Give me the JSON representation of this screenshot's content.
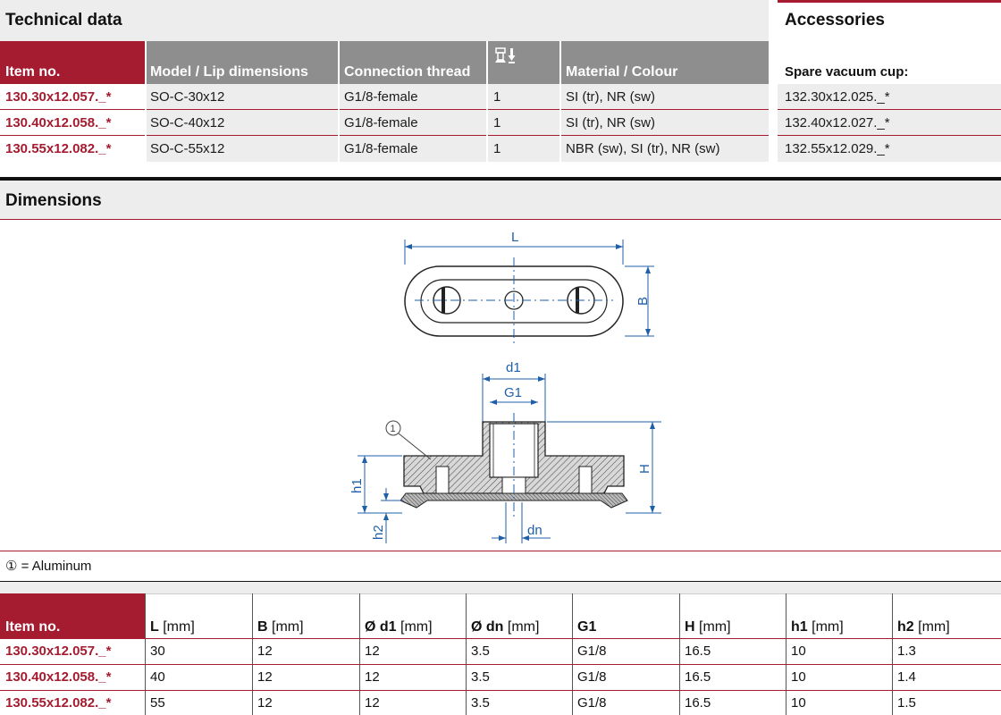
{
  "technical_data": {
    "title": "Technical data",
    "headers": {
      "item_no": "Item no.",
      "model": "Model / Lip dimensions",
      "thread": "Connection thread",
      "material": "Material / Colour"
    },
    "rows": [
      {
        "item": "130.30x12.057._*",
        "model": "SO-C-30x12",
        "thread": "G1/8-female",
        "count": "1",
        "material": "SI (tr), NR (sw)"
      },
      {
        "item": "130.40x12.058._*",
        "model": "SO-C-40x12",
        "thread": "G1/8-female",
        "count": "1",
        "material": "SI (tr), NR (sw)"
      },
      {
        "item": "130.55x12.082._*",
        "model": "SO-C-55x12",
        "thread": "G1/8-female",
        "count": "1",
        "material": "NBR (sw), SI (tr), NR (sw)"
      }
    ]
  },
  "accessories": {
    "title": "Accessories",
    "subtitle": "Spare vacuum cup:",
    "items": [
      "132.30x12.025._*",
      "132.40x12.027._*",
      "132.55x12.029._*"
    ]
  },
  "dimensions": {
    "title": "Dimensions",
    "drawing_labels": {
      "L": "L",
      "B": "B",
      "d1": "d1",
      "G1": "G1",
      "H": "H",
      "h1": "h1",
      "h2": "h2",
      "dn": "dn",
      "callout": "1"
    },
    "legend_marker": "①",
    "legend_text": "= Aluminum"
  },
  "dimension_table": {
    "headers": [
      {
        "bold": "Item no.",
        "unit": ""
      },
      {
        "bold": "L",
        "unit": " [mm]"
      },
      {
        "bold": "B",
        "unit": " [mm]"
      },
      {
        "bold": "Ø d1",
        "unit": " [mm]"
      },
      {
        "bold": "Ø dn",
        "unit": " [mm]"
      },
      {
        "bold": "G1",
        "unit": ""
      },
      {
        "bold": "H",
        "unit": " [mm]"
      },
      {
        "bold": "h1",
        "unit": " [mm]"
      },
      {
        "bold": "h2",
        "unit": " [mm]"
      }
    ],
    "rows": [
      [
        "130.30x12.057._*",
        "30",
        "12",
        "12",
        "3.5",
        "G1/8",
        "16.5",
        "10",
        "1.3"
      ],
      [
        "130.40x12.058._*",
        "40",
        "12",
        "12",
        "3.5",
        "G1/8",
        "16.5",
        "10",
        "1.4"
      ],
      [
        "130.55x12.082._*",
        "55",
        "12",
        "12",
        "3.5",
        "G1/8",
        "16.5",
        "10",
        "1.5"
      ]
    ]
  },
  "colors": {
    "accent": "#a51c30",
    "header_grey": "#8e8e8e",
    "row_bg": "#ededed",
    "drawing_blue": "#1f5fa8"
  },
  "icons": {
    "count_column": "suction-cup-count-icon"
  }
}
